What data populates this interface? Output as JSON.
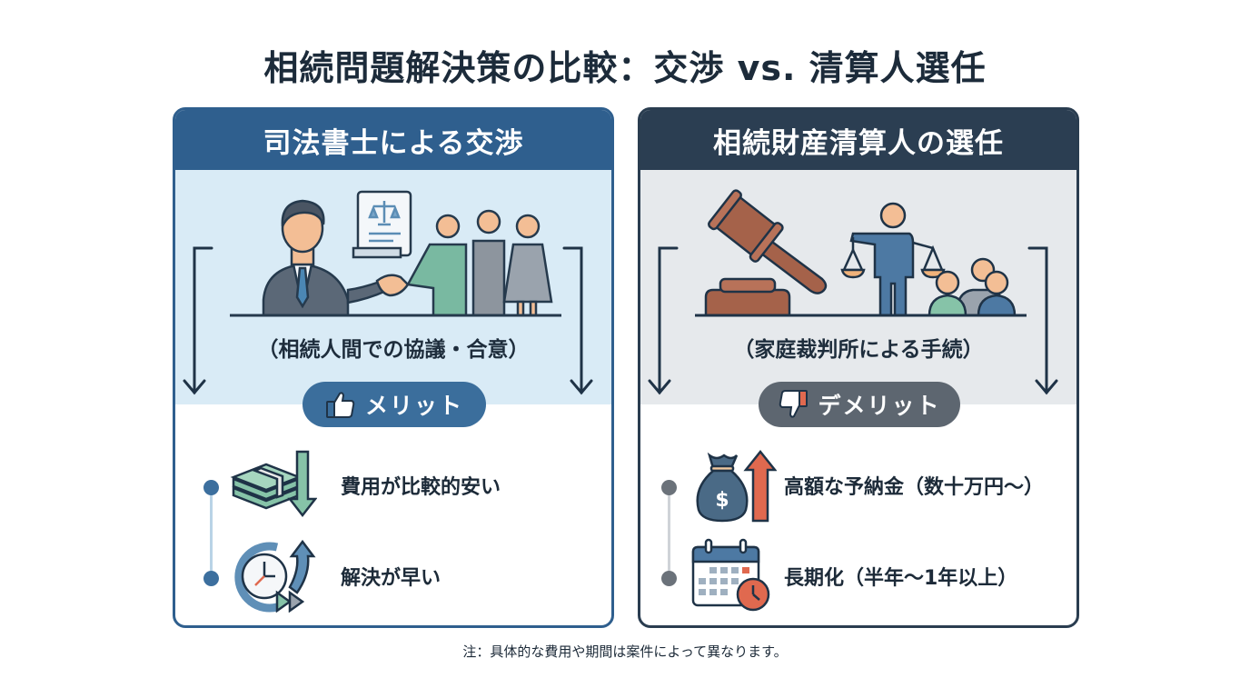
{
  "title": "相続問題解決策の比較：交渉 vs. 清算人選任",
  "panels": {
    "left": {
      "header": "司法書士による交渉",
      "caption": "（相続人間での協議・合意）",
      "badge": {
        "label": "メリット",
        "icon": "thumbs-up-icon",
        "color": "#3b6e9c"
      },
      "items": [
        {
          "text": "費用が比較的安い",
          "icon": "money-stack-down-arrow-icon"
        },
        {
          "text": "解決が早い",
          "icon": "clock-fast-forward-icon"
        }
      ],
      "header_color": "#2f5f8e",
      "background_color": "#d9ebf6"
    },
    "right": {
      "header": "相続財産清算人の選任",
      "caption": "（家庭裁判所による手続）",
      "badge": {
        "label": "デメリット",
        "icon": "thumbs-down-icon",
        "color": "#5d6670"
      },
      "items": [
        {
          "text": "高額な予納金（数十万円～）",
          "icon": "money-bag-up-arrow-icon"
        },
        {
          "text": "長期化（半年～1年以上）",
          "icon": "calendar-clock-icon"
        }
      ],
      "header_color": "#2b3e52",
      "background_color": "#e6e9ec"
    }
  },
  "footnote": "注：具体的な費用や期間は案件によって異なります。"
}
